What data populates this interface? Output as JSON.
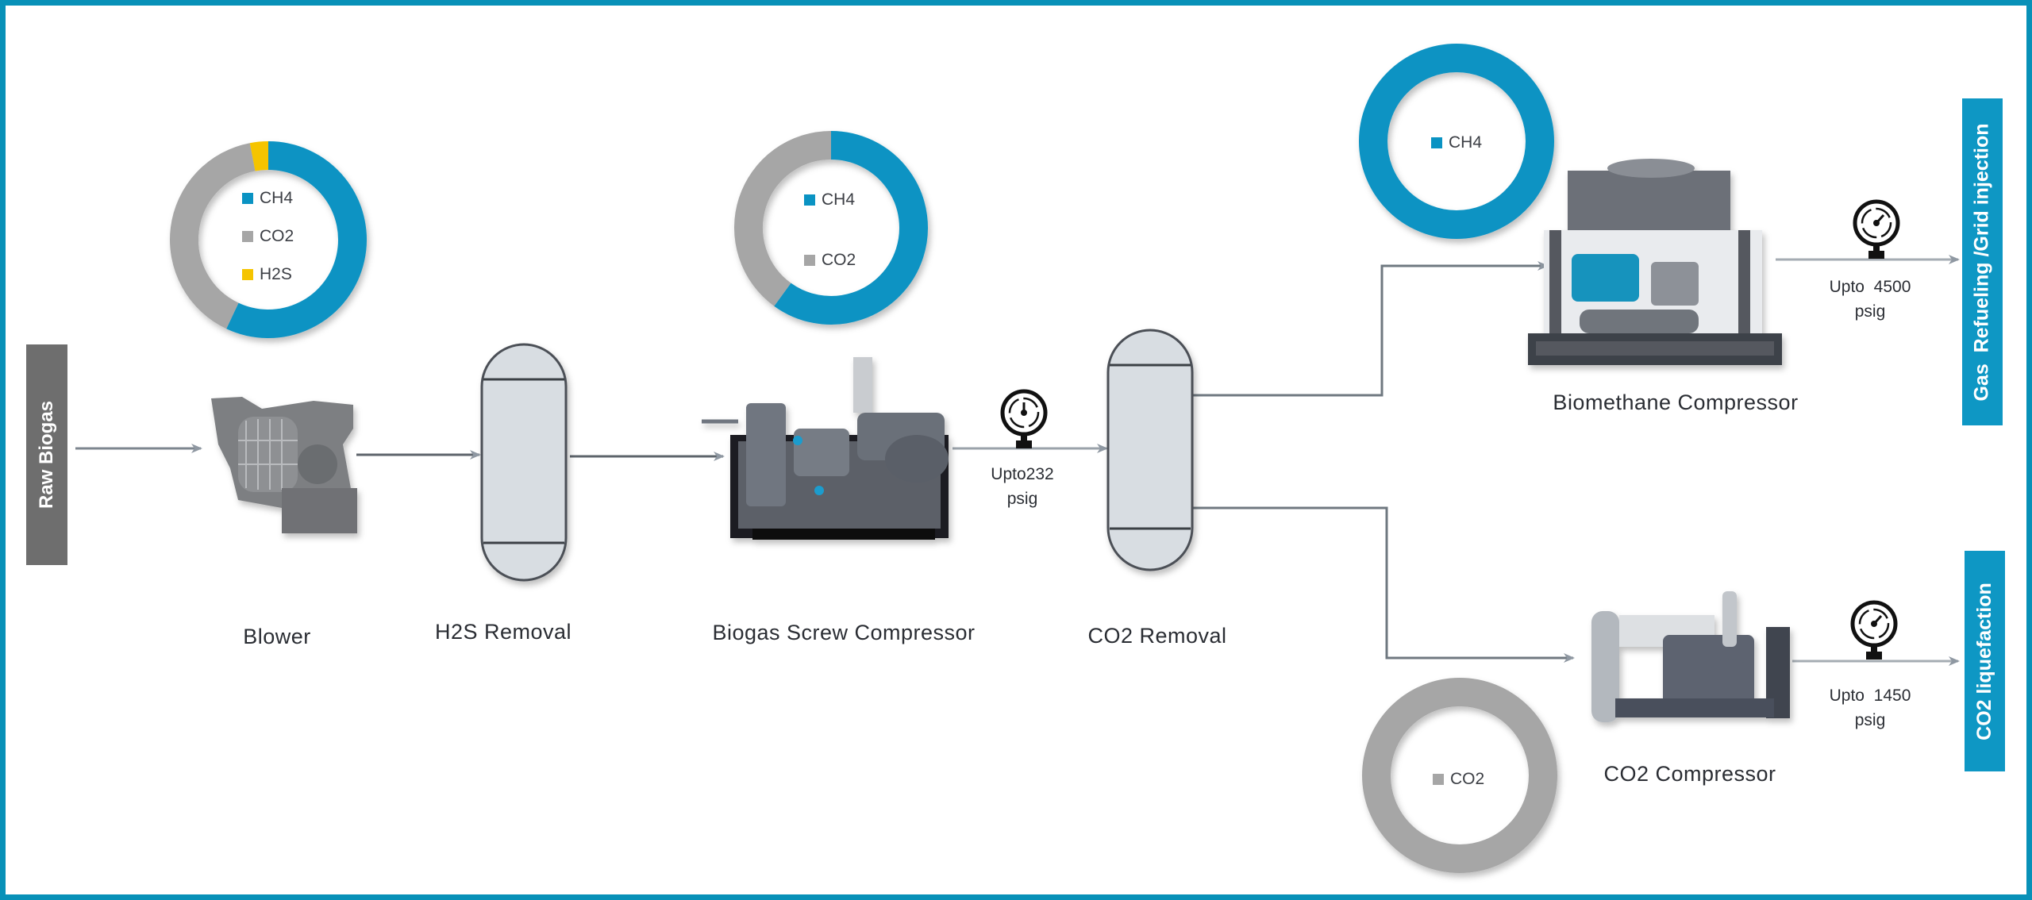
{
  "colors": {
    "accent": "#0891b8",
    "ch4": "#0a93c3",
    "co2": "#a6a6a6",
    "h2s": "#f5c400",
    "source_box": "#6e6e6e",
    "vessel_fill": "#d8dde2"
  },
  "source": {
    "label": "Raw Biogas"
  },
  "stages": [
    {
      "id": "blower",
      "label": "Blower"
    },
    {
      "id": "h2s-removal",
      "label": "H2S Removal"
    },
    {
      "id": "biogas-screw-compressor",
      "label": "Biogas Screw Compressor"
    },
    {
      "id": "co2-removal",
      "label": "CO2 Removal"
    },
    {
      "id": "biomethane-compressor",
      "label": "Biomethane Compressor"
    },
    {
      "id": "co2-compressor",
      "label": "CO2 Compressor"
    }
  ],
  "pressures": [
    {
      "line1": "Upto232",
      "line2": "psig"
    },
    {
      "line1": "Upto  4500",
      "line2": "psig"
    },
    {
      "line1": "Upto  1450",
      "line2": "psig"
    }
  ],
  "destinations": [
    {
      "label": "Gas  Refueling /Grid injection"
    },
    {
      "label": "CO2 liquefaction"
    }
  ],
  "chart_data": [
    {
      "type": "pie",
      "title": "Raw biogas composition",
      "legend_placement": "center",
      "series": [
        {
          "name": "CH4",
          "value": 57,
          "color": "#0a93c3"
        },
        {
          "name": "CO2",
          "value": 40,
          "color": "#a6a6a6"
        },
        {
          "name": "H2S",
          "value": 3,
          "color": "#f5c400"
        }
      ]
    },
    {
      "type": "pie",
      "title": "After H2S removal",
      "legend_placement": "center",
      "series": [
        {
          "name": "CH4",
          "value": 60,
          "color": "#0a93c3"
        },
        {
          "name": "CO2",
          "value": 40,
          "color": "#a6a6a6"
        }
      ]
    },
    {
      "type": "pie",
      "title": "Biomethane stream",
      "legend_placement": "center",
      "series": [
        {
          "name": "CH4",
          "value": 100,
          "color": "#0a93c3"
        }
      ]
    },
    {
      "type": "pie",
      "title": "CO2 stream",
      "legend_placement": "center",
      "series": [
        {
          "name": "CO2",
          "value": 100,
          "color": "#a6a6a6"
        }
      ]
    }
  ]
}
